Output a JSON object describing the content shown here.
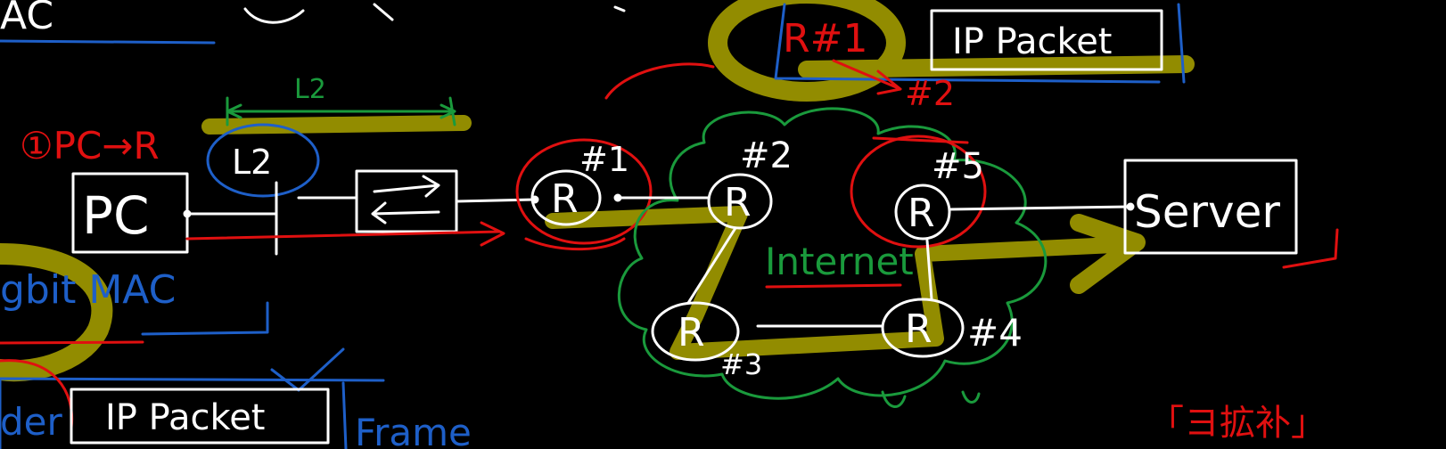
{
  "labels": {
    "top_left_fragment": "AC",
    "ip_packet_top": "IP Packet",
    "r_num_1_top": "R#1",
    "hop_2_top": "#2",
    "l2": "L2",
    "step_pc": "①PC→R",
    "l2_circle": "L2",
    "pc": "PC",
    "hash1": "#1",
    "hash2": "#2",
    "hash5": "#5",
    "hash4": "#4",
    "hash3": "#3",
    "router": "R",
    "server": "Server",
    "internet": "Internet",
    "bit_mac": "gbit MAC",
    "ip_packet_bottom": "IP Packet",
    "header_fragment": "der",
    "frame": "Frame",
    "bottom_right_note": "「ヨ拡补」"
  },
  "colors": {
    "white": "#ffffff",
    "red": "#e01010",
    "green": "#1a9a3c",
    "blue": "#1e5fc8",
    "highlight": "#9a9400"
  }
}
